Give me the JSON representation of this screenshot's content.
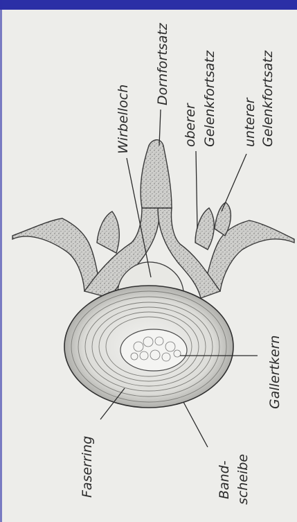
{
  "labels": {
    "wirbelloch": "Wirbelloch",
    "dornfortsatz": "Dornfortsatz",
    "oberer_line1": "oberer",
    "oberer_line2": "Gelenkfortsatz",
    "unterer_line1": "unterer",
    "unterer_line2": "Gelenkfortsatz",
    "gallertkern": "Gallertkern",
    "faserring": "Faserring",
    "bandscheibe_line1": "Band-",
    "bandscheibe_line2": "scheibe"
  },
  "colors": {
    "frame_blue": "#2b2fa6",
    "paper": "#ededea",
    "ink": "#2b2b2b",
    "bone": "#c9c9c6"
  }
}
